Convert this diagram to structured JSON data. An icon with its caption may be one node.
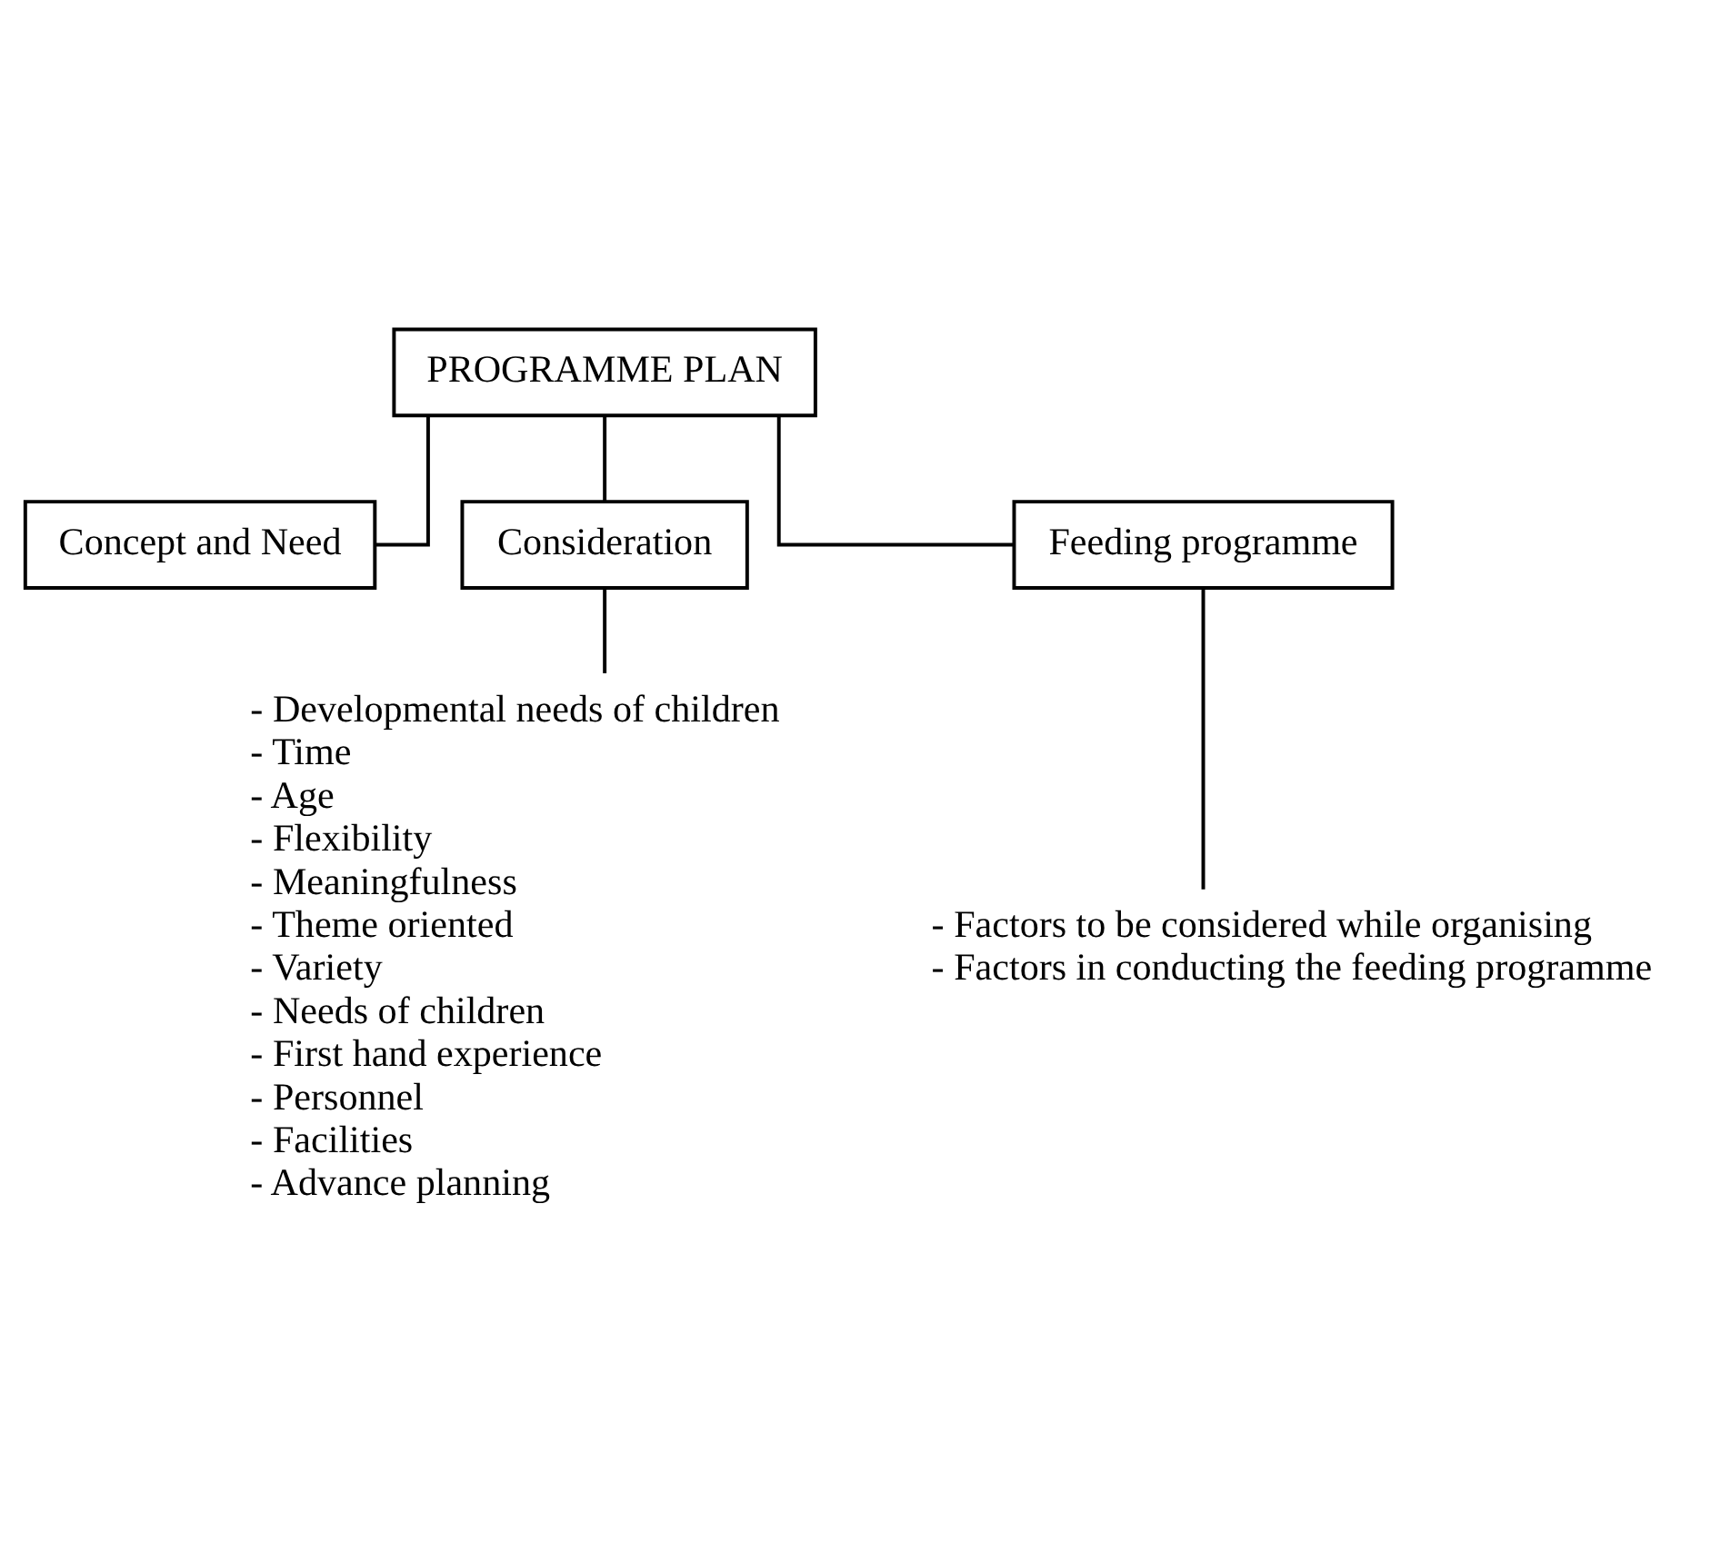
{
  "diagram": {
    "nodes": [
      {
        "text": [
          "PROGRAMME PLAN"
        ]
      },
      {
        "text": [
          "Concept and Need"
        ]
      },
      {
        "text": [
          "Consideration"
        ]
      },
      {
        "text": [
          "Feeding programme"
        ]
      },
      {
        "text": [
          "- Developmental needs of children",
          "- Time",
          "- Age",
          "- Flexibility",
          "- Meaningfulness",
          "- Theme oriented",
          "- Variety",
          "- Needs of children",
          "- First hand experience",
          "- Personnel",
          "- Facilities",
          "- Advance planning"
        ]
      },
      {
        "text": [
          "- Factors to be considered while organising",
          "- Factors in conducting the feeding programme"
        ]
      }
    ],
    "edges": [
      {
        "from": 0,
        "to": 1,
        "arrow": "none"
      },
      {
        "from": 0,
        "to": 2,
        "arrow": "none"
      },
      {
        "from": 0,
        "to": 3,
        "arrow": "none"
      },
      {
        "from": 2,
        "to": 4,
        "arrow": "none"
      },
      {
        "from": 3,
        "to": 5,
        "arrow": "none"
      }
    ]
  }
}
